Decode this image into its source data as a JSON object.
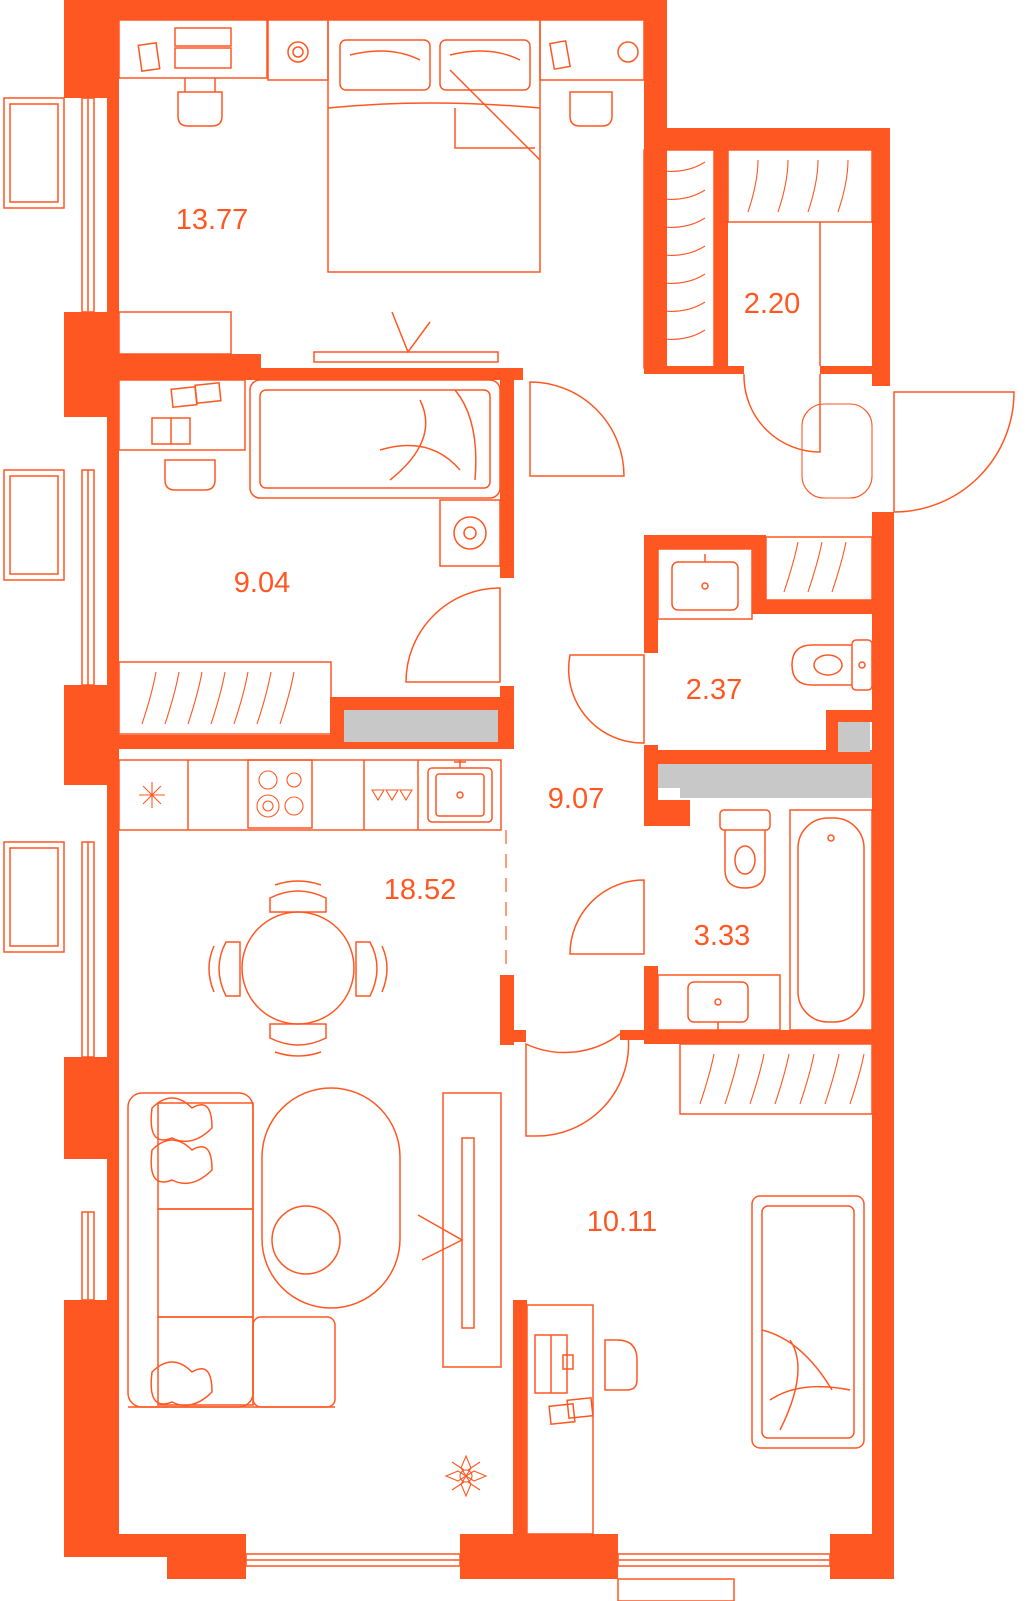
{
  "plan": {
    "colors": {
      "wall": "#ff5722",
      "line": "#ff5722",
      "label": "#ff5722",
      "duct": "#c8c8c8",
      "background": "#ffffff"
    },
    "rooms": [
      {
        "id": "bedroom",
        "area": "13.77"
      },
      {
        "id": "wardrobe",
        "area": "2.20"
      },
      {
        "id": "bedroom-small",
        "area": "9.04"
      },
      {
        "id": "toilet",
        "area": "2.37"
      },
      {
        "id": "hallway",
        "area": "9.07"
      },
      {
        "id": "kitchen-living",
        "area": "18.52"
      },
      {
        "id": "bathroom",
        "area": "3.33"
      },
      {
        "id": "bedroom-third",
        "area": "10.11"
      }
    ],
    "icons": [
      "snowflake-icon",
      "flower-icon",
      "hob-icon",
      "sink-icon",
      "toilet-icon",
      "bathtub-icon"
    ]
  }
}
